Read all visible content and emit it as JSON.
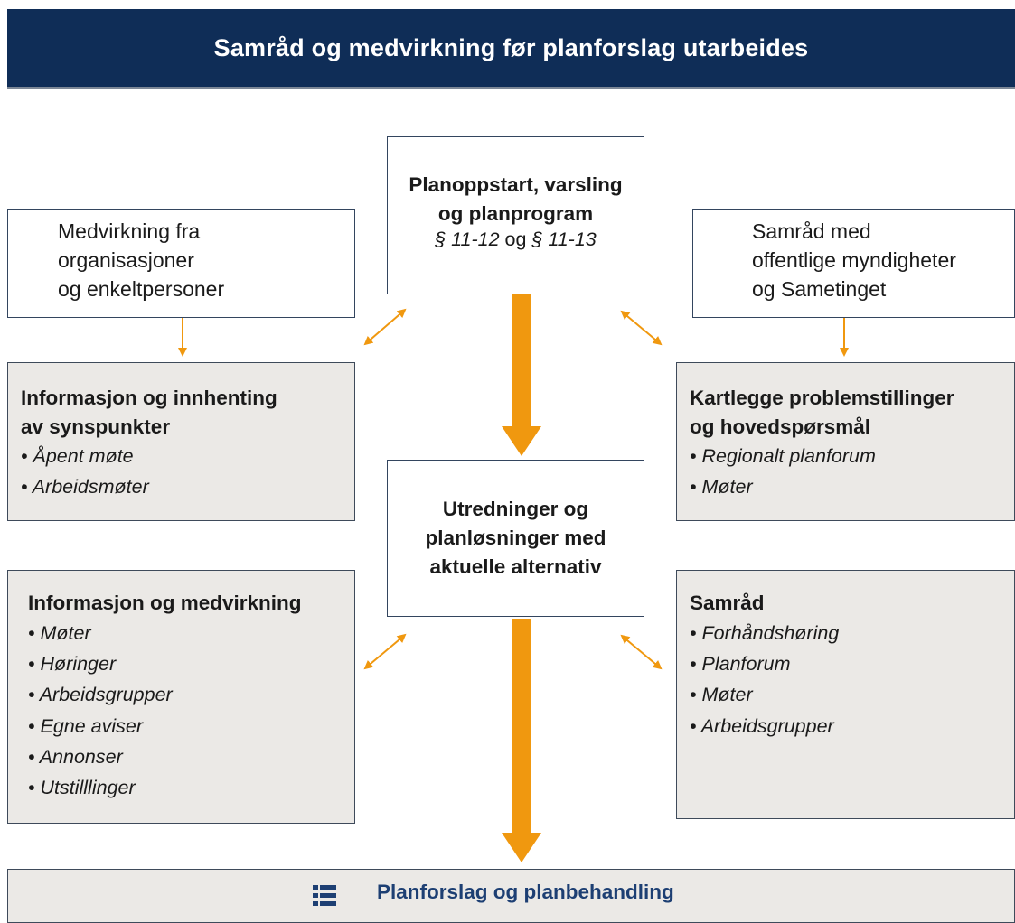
{
  "title": "Samråd og medvirkning før planforslag utarbeides",
  "top_center": {
    "heading": "Planoppstart, varsling og planprogram",
    "heading_line1": "Planoppstart, varsling",
    "heading_line2": "og planprogram",
    "ref1": "§ 11-12",
    "connector": "og",
    "ref2": "§ 11-13"
  },
  "left_top": {
    "line1": "Medvirkning fra",
    "line2": "organisasjoner",
    "line3": "og enkeltpersoner"
  },
  "right_top": {
    "line1": "Samråd med",
    "line2": "offentlige myndigheter",
    "line3": "og Sametinget"
  },
  "left_info": {
    "heading_line1": "Informasjon og innhenting",
    "heading_line2": "av synspunkter",
    "items": [
      "• Åpent møte",
      "• Arbeidsmøter"
    ]
  },
  "right_kartlegge": {
    "heading_line1": "Kartlegge problemstillinger",
    "heading_line2": "og hovedspørsmål",
    "items": [
      "• Regionalt planforum",
      "• Møter"
    ]
  },
  "center_mid": {
    "line1": "Utredninger og",
    "line2": "planløsninger med",
    "line3": "aktuelle alternativ"
  },
  "left_medvirkning": {
    "heading": "Informasjon og medvirkning",
    "items": [
      "• Møter",
      "• Høringer",
      "• Arbeidsgrupper",
      "• Egne aviser",
      "• Annonser",
      "• Utstilllinger"
    ]
  },
  "right_samrad": {
    "heading": "Samråd",
    "items": [
      "• Forhåndshøring",
      "• Planforum",
      "• Møter",
      "• Arbeidsgrupper"
    ]
  },
  "bottom": {
    "label": "Planforslag og planbehandling",
    "icon": "list-icon"
  },
  "colors": {
    "banner": "#0f2d57",
    "arrow": "#f0980f",
    "gray_box": "#ebe9e6",
    "bottom_label": "#1d3f73"
  }
}
